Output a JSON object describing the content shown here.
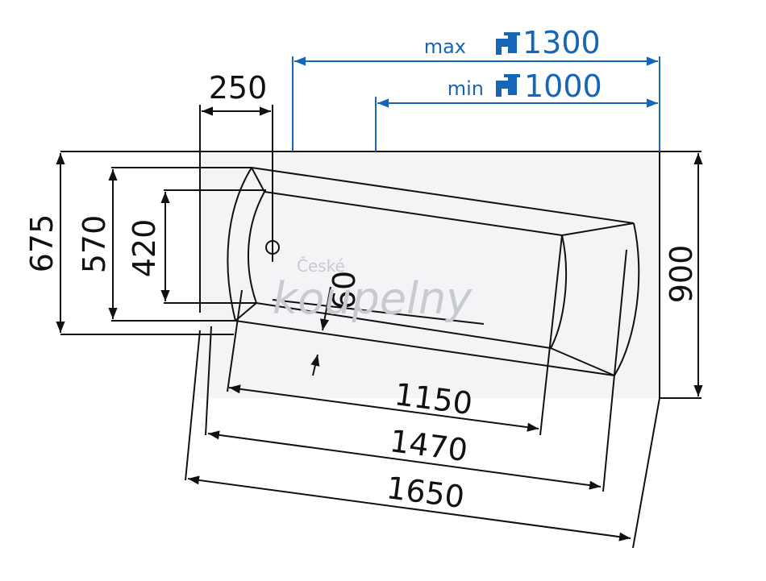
{
  "labels": {
    "max_label": "max",
    "min_label": "min",
    "max_value": "1300",
    "min_value": "1000",
    "d250": "250",
    "d675": "675",
    "d570": "570",
    "d420": "420",
    "d60": "60",
    "d900": "900",
    "d1150": "1150",
    "d1470": "1470",
    "d1650": "1650"
  },
  "watermark": {
    "line1": "České",
    "line2": "koupelny"
  },
  "icons": {
    "faucet": "faucet-icon"
  },
  "colors": {
    "line": "#111111",
    "blue": "#1565b8",
    "panel": "#f4f4f6",
    "watermark": "#c7cbd0"
  }
}
